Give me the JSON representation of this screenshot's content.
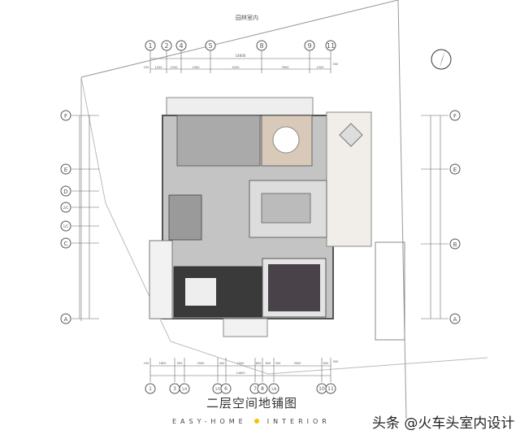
{
  "top_note": "园林室内",
  "top_axes": [
    "1",
    "2",
    "4",
    "5",
    "8",
    "9",
    "11"
  ],
  "top_dims": [
    "100",
    "1200",
    "1200",
    "2400",
    "4200",
    "3900",
    "1500",
    "500"
  ],
  "top_total": "14600",
  "bottom_axes": [
    "1",
    "3",
    "1/4",
    "1/5",
    "6",
    "7",
    "8",
    "1/8",
    "10",
    "11"
  ],
  "bottom_dims": [
    "100",
    "1800",
    "900",
    "2900",
    "400",
    "1500",
    "800",
    "600",
    "900",
    "3900",
    "600",
    "500"
  ],
  "bottom_total": "14600",
  "left_axes": [
    "F",
    "E",
    "D",
    "2/C",
    "1/C",
    "C",
    "A"
  ],
  "right_axes": [
    "F",
    "E",
    "B",
    "A"
  ],
  "title": "二层空间地铺图",
  "brand_left": "EASY-HOME",
  "brand_right": "INTERIOR",
  "watermark": "头条 @火车头室内设计",
  "colors": {
    "floor_gray": "#b9b9b9",
    "dining": "#d9c9b8",
    "bedroom": "#3a3a3a",
    "study": "#4a4249",
    "accent": "#f2c500"
  }
}
